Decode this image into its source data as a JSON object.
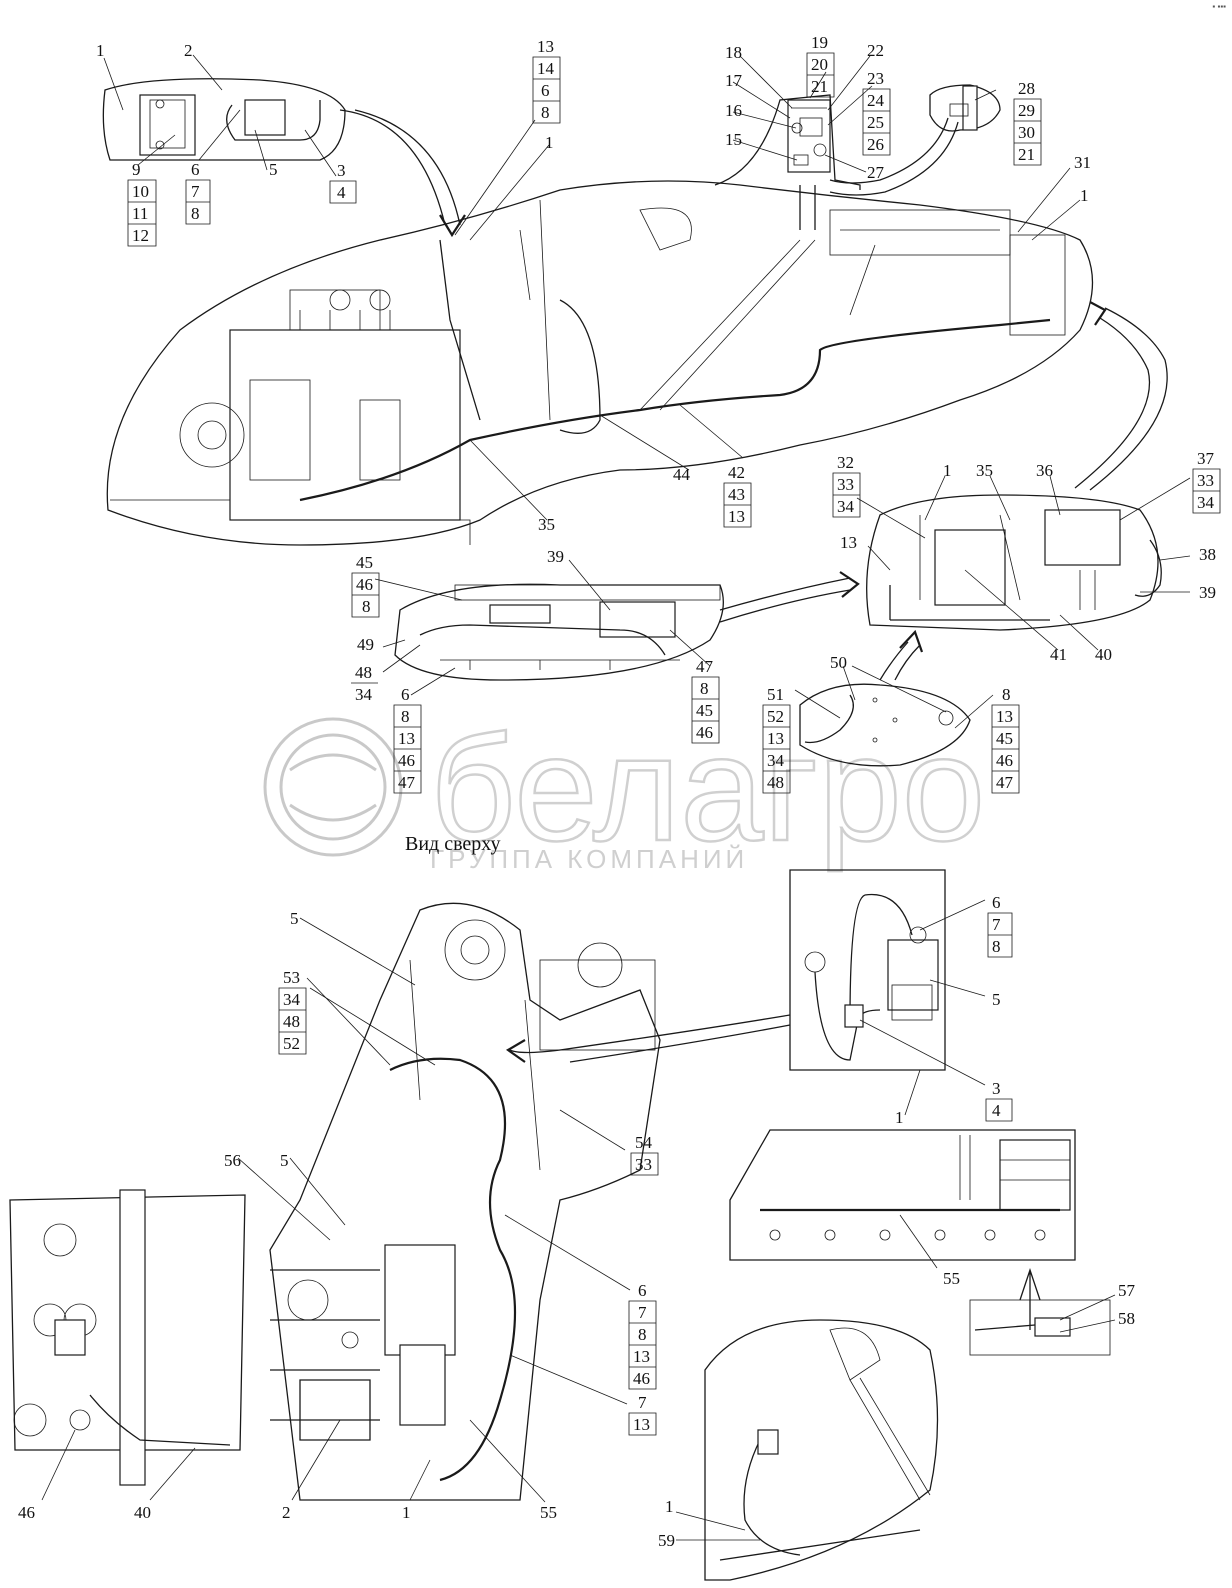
{
  "page_id": "▪ ▪▪▪",
  "view_caption": "Вид сверху",
  "watermark": {
    "brand": "белагро",
    "tagline": "ГРУППА КОМПАНИЙ"
  },
  "callouts": [
    {
      "id": "c1",
      "lines": [
        "1"
      ]
    },
    {
      "id": "c2",
      "lines": [
        "2"
      ]
    },
    {
      "id": "c3",
      "lines": [
        "3",
        "4"
      ]
    },
    {
      "id": "c4",
      "lines": [
        "5"
      ]
    },
    {
      "id": "c5",
      "lines": [
        "6",
        "7",
        "8"
      ]
    },
    {
      "id": "c6",
      "lines": [
        "9",
        "10",
        "11",
        "12"
      ]
    },
    {
      "id": "c7",
      "lines": [
        "13",
        "14",
        "6",
        "8"
      ]
    },
    {
      "id": "c8",
      "lines": [
        "1"
      ]
    },
    {
      "id": "c9",
      "lines": [
        "18"
      ]
    },
    {
      "id": "c10",
      "lines": [
        "17"
      ]
    },
    {
      "id": "c11",
      "lines": [
        "16"
      ]
    },
    {
      "id": "c12",
      "lines": [
        "15"
      ]
    },
    {
      "id": "c13",
      "lines": [
        "19",
        "20",
        "21"
      ]
    },
    {
      "id": "c14",
      "lines": [
        "22"
      ]
    },
    {
      "id": "c15",
      "lines": [
        "23",
        "24",
        "25",
        "26"
      ]
    },
    {
      "id": "c16",
      "lines": [
        "27"
      ]
    },
    {
      "id": "c17",
      "lines": [
        "28",
        "29",
        "30",
        "21"
      ]
    },
    {
      "id": "c18",
      "lines": [
        "31"
      ]
    },
    {
      "id": "c19",
      "lines": [
        "1"
      ]
    },
    {
      "id": "c20",
      "lines": [
        "44"
      ]
    },
    {
      "id": "c21",
      "lines": [
        "42",
        "43",
        "13"
      ]
    },
    {
      "id": "c22",
      "lines": [
        "35"
      ]
    },
    {
      "id": "c23",
      "lines": [
        "32",
        "33",
        "34"
      ]
    },
    {
      "id": "c24",
      "lines": [
        "1"
      ]
    },
    {
      "id": "c25",
      "lines": [
        "35"
      ]
    },
    {
      "id": "c26",
      "lines": [
        "36"
      ]
    },
    {
      "id": "c27",
      "lines": [
        "37",
        "33",
        "34"
      ]
    },
    {
      "id": "c28",
      "lines": [
        "13"
      ]
    },
    {
      "id": "c29",
      "lines": [
        "38"
      ]
    },
    {
      "id": "c30",
      "lines": [
        "39"
      ]
    },
    {
      "id": "c31",
      "lines": [
        "41"
      ]
    },
    {
      "id": "c32",
      "lines": [
        "40"
      ]
    },
    {
      "id": "c33",
      "lines": [
        "45",
        "46",
        "8"
      ]
    },
    {
      "id": "c34",
      "lines": [
        "39"
      ]
    },
    {
      "id": "c35",
      "lines": [
        "49"
      ]
    },
    {
      "id": "c36",
      "lines": [
        "48",
        "34"
      ]
    },
    {
      "id": "c37",
      "lines": [
        "6",
        "8",
        "13",
        "46",
        "47"
      ]
    },
    {
      "id": "c38",
      "lines": [
        "47",
        "8",
        "45",
        "46"
      ]
    },
    {
      "id": "c39",
      "lines": [
        "50"
      ]
    },
    {
      "id": "c40",
      "lines": [
        "51",
        "52",
        "13",
        "34",
        "48"
      ]
    },
    {
      "id": "c41",
      "lines": [
        "8",
        "13",
        "45",
        "46",
        "47"
      ]
    },
    {
      "id": "c42",
      "lines": [
        "5"
      ]
    },
    {
      "id": "c43",
      "lines": [
        "53",
        "34",
        "48",
        "52"
      ]
    },
    {
      "id": "c44",
      "lines": [
        "6",
        "7",
        "8"
      ]
    },
    {
      "id": "c45",
      "lines": [
        "5"
      ]
    },
    {
      "id": "c46",
      "lines": [
        "3",
        "4"
      ]
    },
    {
      "id": "c47",
      "lines": [
        "1"
      ]
    },
    {
      "id": "c48",
      "lines": [
        "54",
        "33"
      ]
    },
    {
      "id": "c49",
      "lines": [
        "56"
      ]
    },
    {
      "id": "c50",
      "lines": [
        "5"
      ]
    },
    {
      "id": "c51",
      "lines": [
        "6",
        "7",
        "8",
        "13",
        "46"
      ]
    },
    {
      "id": "c52",
      "lines": [
        "7",
        "13"
      ]
    },
    {
      "id": "c53",
      "lines": [
        "55"
      ]
    },
    {
      "id": "c54",
      "lines": [
        "57"
      ]
    },
    {
      "id": "c55",
      "lines": [
        "58"
      ]
    },
    {
      "id": "c56",
      "lines": [
        "46"
      ]
    },
    {
      "id": "c57",
      "lines": [
        "40"
      ]
    },
    {
      "id": "c58",
      "lines": [
        "2"
      ]
    },
    {
      "id": "c59",
      "lines": [
        "1"
      ]
    },
    {
      "id": "c60",
      "lines": [
        "55"
      ]
    },
    {
      "id": "c61",
      "lines": [
        "1"
      ]
    },
    {
      "id": "c62",
      "lines": [
        "59"
      ]
    }
  ]
}
